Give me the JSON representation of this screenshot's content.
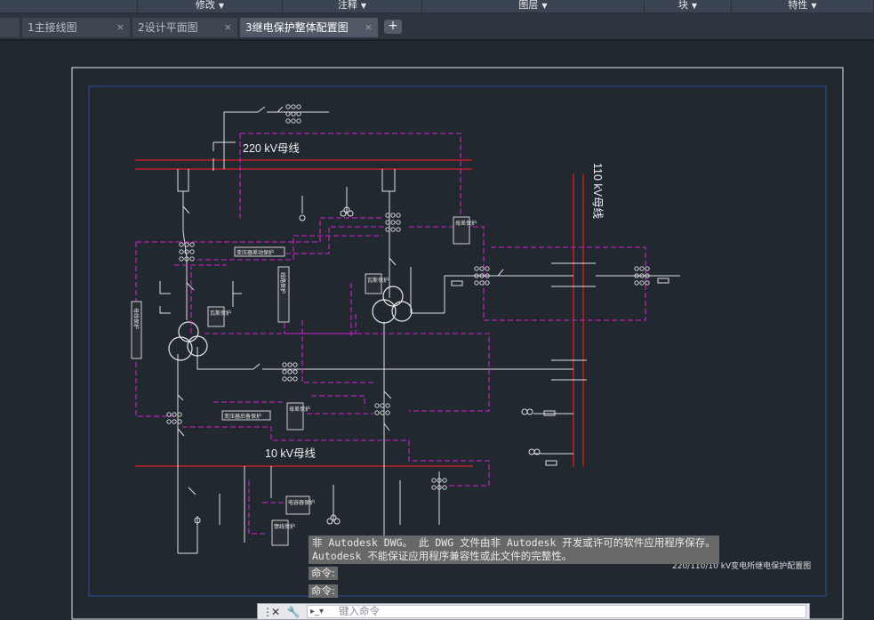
{
  "ribbon": {
    "panels": [
      "修改",
      "注释",
      "图层",
      "块",
      "特性"
    ]
  },
  "tabs": [
    {
      "label": "1主接线图",
      "active": false
    },
    {
      "label": "2设计平面图",
      "active": false
    },
    {
      "label": "3继电保护整体配置图",
      "active": true
    }
  ],
  "tab_add_label": "+",
  "tab_close_label": "×",
  "drawing": {
    "bus_220": "220 kV母线",
    "bus_110": "110 kV母线",
    "bus_10": "10 kV母线",
    "title_block": "220/110/10 kV变电所继电保护配置图",
    "box_labels": {
      "bus_diff_220": "母差保护",
      "bus_diff_10": "母差保护",
      "line_prot_220": "线路保护",
      "trans_diff": "变压器差动保护",
      "trans_backup": "变压器后备保护",
      "bus_prot_left": "母线保护",
      "gas_1": "瓦斯保护",
      "gas_2": "瓦斯保护",
      "cap_prot": "电容器保护",
      "feeder_prot": "馈线保护"
    }
  },
  "notice": {
    "line1": "非 Autodesk DWG。 此 DWG 文件由非 Autodesk 开发或许可的软件应用程序保存。",
    "line2": "Autodesk 不能保证应用程序兼容性或此文件的完整性。"
  },
  "command_history": [
    "命令:",
    "命令:"
  ],
  "command_input": {
    "placeholder": "键入命令"
  },
  "colors": {
    "background": "#212830",
    "bus": "#e02020",
    "protection": "#d020d0",
    "frame": "#3050a0",
    "wire": "#e0e0e0"
  }
}
